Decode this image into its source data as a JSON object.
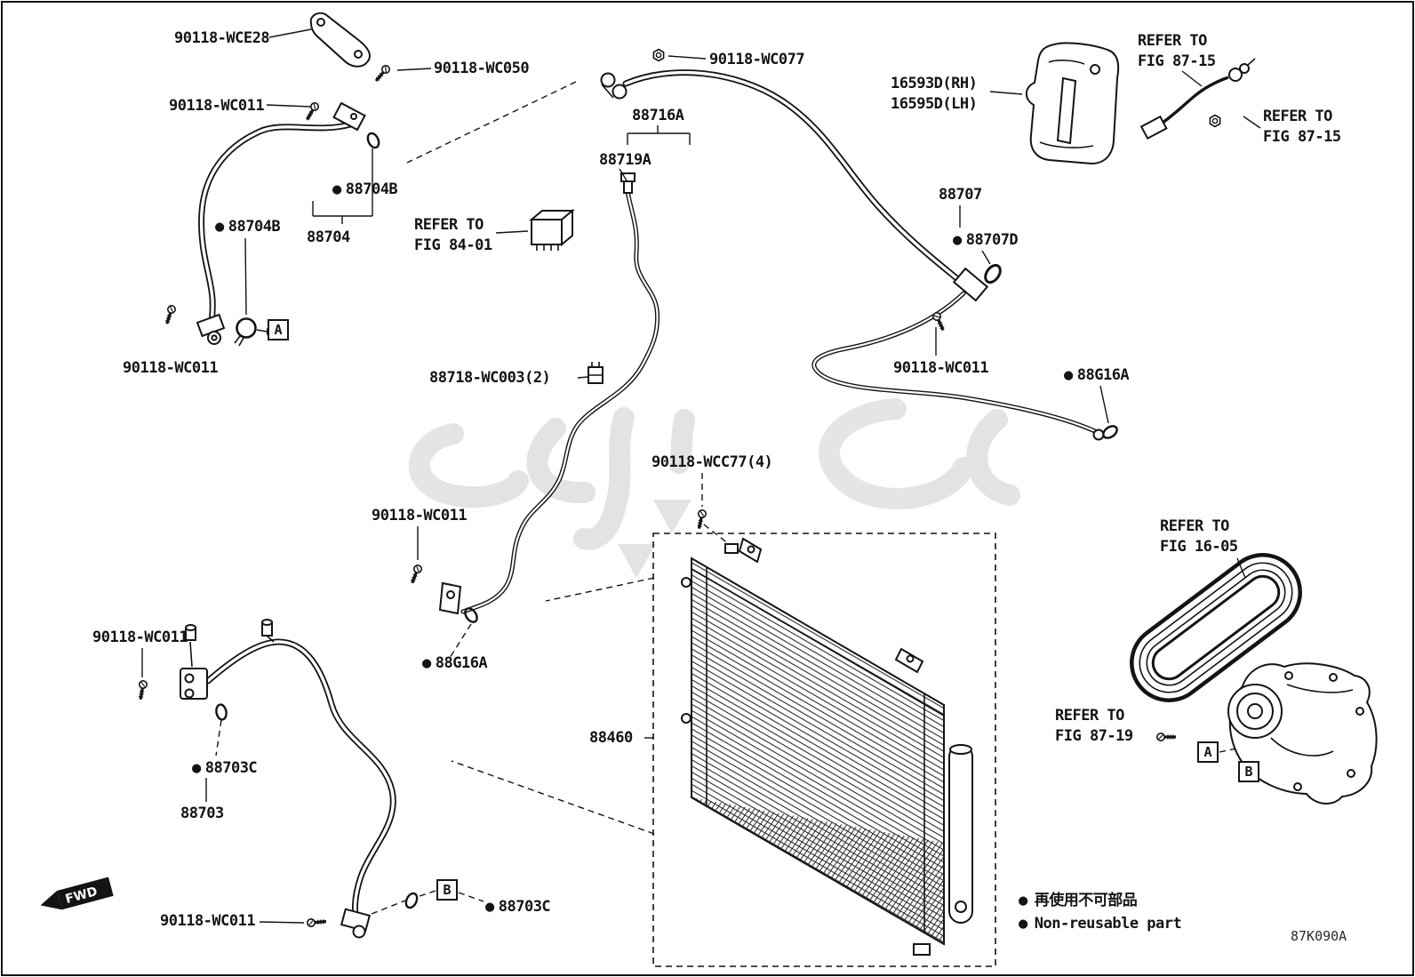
{
  "drawing": {
    "code": "87K090A",
    "fwd": "FWD",
    "bullet": "●",
    "legend": {
      "jp": "再使用不可部品",
      "en": "Non-reusable part"
    },
    "markers": {
      "a": "A",
      "b": "B"
    },
    "parts": {
      "wce28": "90118-WCE28",
      "wc050": "90118-WC050",
      "wc011": "90118-WC011",
      "wc077": "90118-WC077",
      "wcc77_4": "90118-WCC77(4)",
      "wc003_2": "88718-WC003(2)",
      "hose_88716a": "88716A",
      "tube_88719a": "88719A",
      "bracket_rh": "16593D(RH)",
      "bracket_lh": "16595D(LH)",
      "ring_88704b": "88704B",
      "hose_88704": "88704",
      "pipe_88707": "88707",
      "ring_88707d": "88707D",
      "ring_88g16a": "88G16A",
      "condenser_88460": "88460",
      "ring_88703c": "88703C",
      "hose_88703": "88703"
    },
    "refs": {
      "refer_to": "REFER TO",
      "fig_87_15": "FIG 87-15",
      "fig_84_01": "FIG 84-01",
      "fig_16_05": "FIG 16-05",
      "fig_87_19": "FIG 87-19"
    }
  }
}
